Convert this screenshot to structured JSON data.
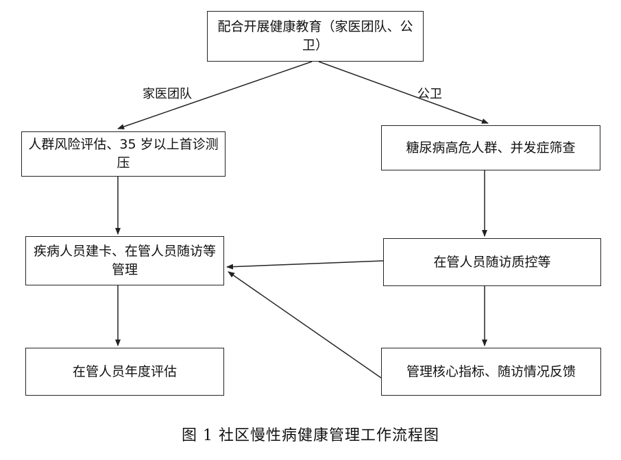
{
  "nodes": {
    "education": "配合开展健康教育（家医团队、公卫）",
    "risk_assessment": "人群风险评估、35 岁以上首诊测压",
    "diabetes_screening": "糖尿病高危人群、并发症筛查",
    "card_management": "疾病人员建卡、在管人员随访等管理",
    "followup_qc": "在管人员随访质控等",
    "annual_assessment": "在管人员年度评估",
    "feedback": "管理核心指标、随访情况反馈"
  },
  "edge_labels": {
    "family_team": "家医团队",
    "public_health": "公卫"
  },
  "caption": "图 1 社区慢性病健康管理工作流程图"
}
